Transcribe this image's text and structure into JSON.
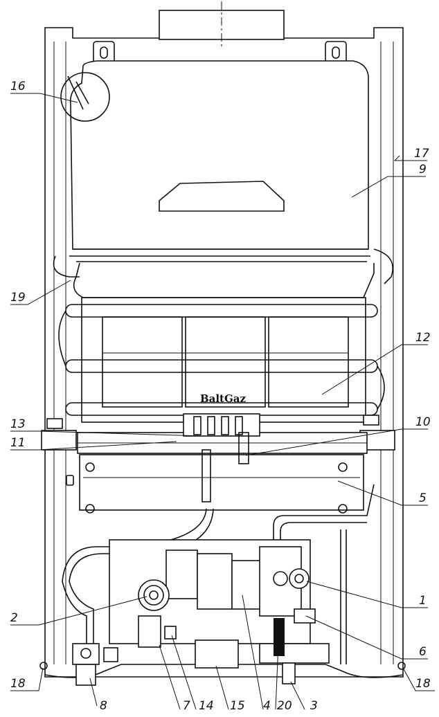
{
  "diagram": {
    "brand_text": "BaltGaz",
    "callouts": [
      {
        "id": "c1",
        "text": "1"
      },
      {
        "id": "c2",
        "text": "2"
      },
      {
        "id": "c3",
        "text": "3"
      },
      {
        "id": "c4",
        "text": "4"
      },
      {
        "id": "c5",
        "text": "5"
      },
      {
        "id": "c6",
        "text": "6"
      },
      {
        "id": "c7",
        "text": "7"
      },
      {
        "id": "c8",
        "text": "8"
      },
      {
        "id": "c9",
        "text": "9"
      },
      {
        "id": "c10",
        "text": "10"
      },
      {
        "id": "c11",
        "text": "11"
      },
      {
        "id": "c12",
        "text": "12"
      },
      {
        "id": "c13",
        "text": "13"
      },
      {
        "id": "c14",
        "text": "14"
      },
      {
        "id": "c15",
        "text": "15"
      },
      {
        "id": "c16",
        "text": "16"
      },
      {
        "id": "c17",
        "text": "17"
      },
      {
        "id": "c18l",
        "text": "18"
      },
      {
        "id": "c18r",
        "text": "18"
      },
      {
        "id": "c19",
        "text": "19"
      },
      {
        "id": "c20",
        "text": "20"
      }
    ]
  }
}
